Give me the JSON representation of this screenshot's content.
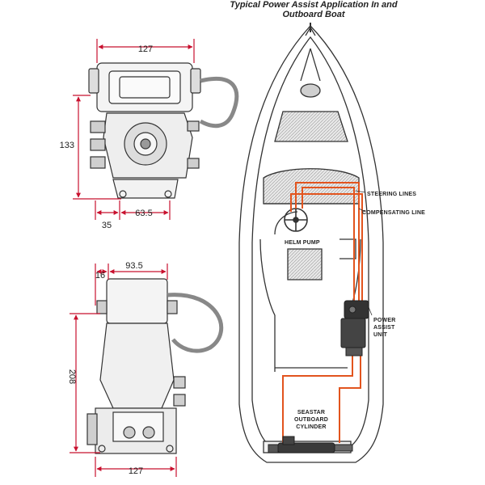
{
  "title": {
    "line1": "Typical Power Assist Application In and",
    "line2": "Outboard Boat"
  },
  "dimensions": {
    "front_width": "127",
    "front_height": "133",
    "front_offset": "35",
    "front_spacing": "63.5",
    "side_offset": "16",
    "side_width": "93.5",
    "side_height": "208",
    "side_base": "127"
  },
  "labels": {
    "steering_lines": "STEERING LINES",
    "compensating_line": "COMPENSATING LINE",
    "helm_pump": "HELM PUMP",
    "power_assist_1": "POWER",
    "power_assist_2": "ASSIST",
    "power_assist_3": "UNIT",
    "cylinder_1": "SEASTAR",
    "cylinder_2": "OUTBOARD",
    "cylinder_3": "CYLINDER"
  },
  "colors": {
    "dimension": "#c8102e",
    "hydraulic_line": "#e2541e",
    "outline": "#333333"
  }
}
